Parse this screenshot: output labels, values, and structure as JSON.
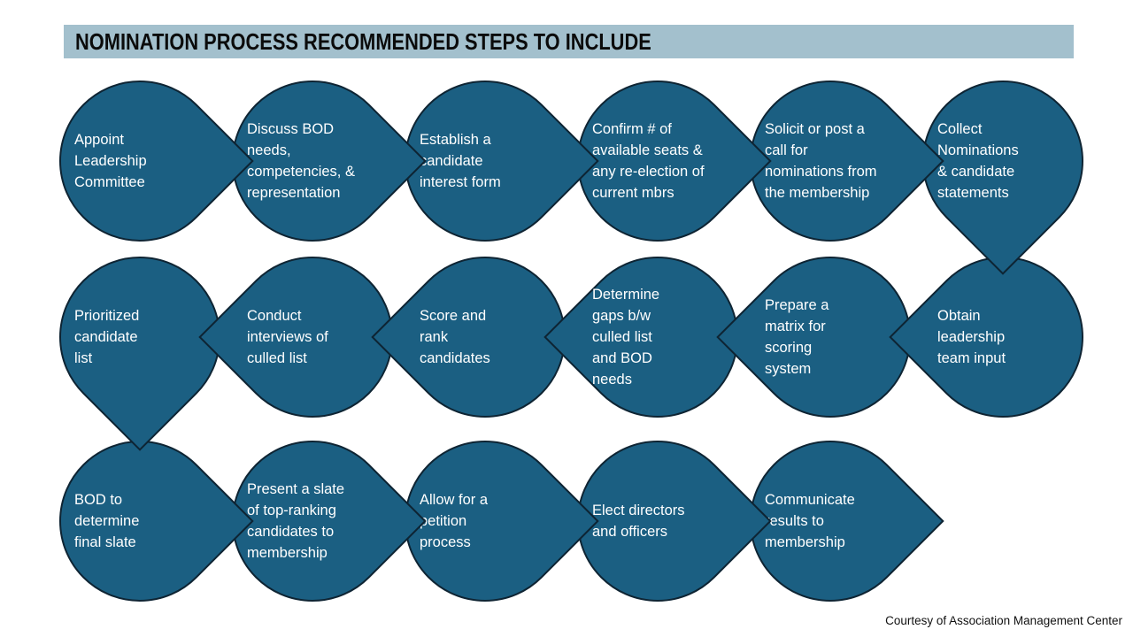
{
  "title_bar": {
    "title": "NOMINATION PROCESS RECOMMENDED STEPS TO INCLUDE"
  },
  "footer": {
    "credit": "Courtesy of Association Management Center"
  },
  "colors": {
    "node_fill": "#1B5F82",
    "node_border": "#0E2433",
    "node_text": "#FFFFFF",
    "title_bar_bg": "#A3C0CD",
    "title_text": "#0B0B0B",
    "background": "#FFFFFF"
  },
  "diagram": {
    "type": "process-flow",
    "shape": "teardrop",
    "row_flow": [
      "left-to-right",
      "right-to-left",
      "left-to-right"
    ],
    "steps": [
      {
        "order": 1,
        "row": 1,
        "points": "right",
        "label": "Appoint\nLeadership\nCommittee"
      },
      {
        "order": 2,
        "row": 1,
        "points": "right",
        "label": "Discuss BOD\nneeds,\ncompetencies, &\nrepresentation"
      },
      {
        "order": 3,
        "row": 1,
        "points": "right",
        "label": "Establish a\ncandidate\ninterest form"
      },
      {
        "order": 4,
        "row": 1,
        "points": "right",
        "label": "Confirm # of\navailable seats &\nany re-election of\ncurrent mbrs"
      },
      {
        "order": 5,
        "row": 1,
        "points": "right",
        "label": "Solicit or post a\ncall for\nnominations from\nthe membership"
      },
      {
        "order": 6,
        "row": 1,
        "points": "down",
        "label": "Collect\nNominations\n& candidate\nstatements"
      },
      {
        "order": 7,
        "row": 2,
        "points": "left",
        "label": "Obtain\nleadership\nteam input"
      },
      {
        "order": 8,
        "row": 2,
        "points": "left",
        "label": "Prepare a\nmatrix for\nscoring\nsystem"
      },
      {
        "order": 9,
        "row": 2,
        "points": "left",
        "label": "Determine\ngaps b/w\nculled list\nand BOD\nneeds"
      },
      {
        "order": 10,
        "row": 2,
        "points": "left",
        "label": "Score and\nrank\ncandidates"
      },
      {
        "order": 11,
        "row": 2,
        "points": "left",
        "label": "Conduct\ninterviews of\nculled list"
      },
      {
        "order": 12,
        "row": 2,
        "points": "down",
        "label": "Prioritized\ncandidate\nlist"
      },
      {
        "order": 13,
        "row": 3,
        "points": "right",
        "label": "BOD to\ndetermine\nfinal slate"
      },
      {
        "order": 14,
        "row": 3,
        "points": "right",
        "label": "Present a slate\nof top-ranking\ncandidates to\nmembership"
      },
      {
        "order": 15,
        "row": 3,
        "points": "right",
        "label": "Allow for a\npetition\nprocess"
      },
      {
        "order": 16,
        "row": 3,
        "points": "right",
        "label": "Elect directors\nand officers"
      },
      {
        "order": 17,
        "row": 3,
        "points": "right",
        "label": "Communicate\nresults to\nmembership"
      }
    ]
  }
}
